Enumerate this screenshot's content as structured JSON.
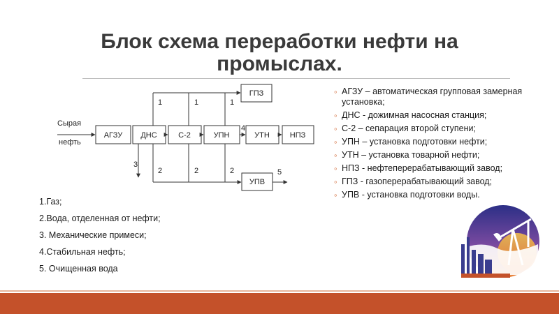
{
  "title": "Блок схема переработки нефти на промыслах.",
  "diagram": {
    "input_label_1": "Сырая",
    "input_label_2": "нефть",
    "nodes": [
      {
        "id": "agzu",
        "label": "АГЗУ"
      },
      {
        "id": "dns",
        "label": "ДНС"
      },
      {
        "id": "s2",
        "label": "С-2"
      },
      {
        "id": "upn",
        "label": "УПН"
      },
      {
        "id": "utn",
        "label": "УТН"
      },
      {
        "id": "npz",
        "label": "НПЗ"
      },
      {
        "id": "gpz",
        "label": "ГПЗ"
      },
      {
        "id": "upv",
        "label": "УПВ"
      }
    ],
    "flow_labels": {
      "gas_dns": "1",
      "gas_s2": "1",
      "gas_upn": "1",
      "mech": "3",
      "water_dns": "2",
      "water_s2": "2",
      "water_upn": "2",
      "stable": "4",
      "clean_water": "5"
    }
  },
  "legend": [
    "АГЗУ – автоматическая групповая замерная установка;",
    "ДНС - дожимная насосная станция;",
    "С-2 – сепарация второй ступени;",
    "УПН – установка подготовки нефти;",
    "УТН – установка товарной нефти;",
    "НПЗ - нефтеперерабатывающий завод;",
    "ГПЗ - газоперерабатывающий завод;",
    "УПВ - установка подготовки воды."
  ],
  "notes": [
    "1.Газ;",
    "2.Вода, отделенная от нефти;",
    "3. Механические примеси;",
    "4.Стабильная нефть;",
    "5. Очищенная вода"
  ],
  "colors": {
    "accent": "#c4512a",
    "bullet": "#d0632f"
  },
  "icons": [
    "oil-pump-logo"
  ]
}
